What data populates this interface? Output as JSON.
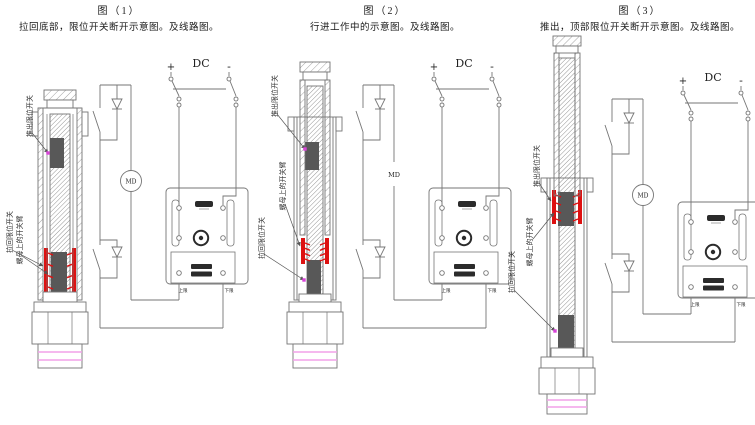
{
  "colors": {
    "line": "#757575",
    "dark": "#2b2b2b",
    "red": "#dd1111",
    "magenta": "#d944d9",
    "pink": "#f2a0e8",
    "nut": "#585858",
    "hatch": "#9a9a9a"
  },
  "panels": [
    {
      "title": "图（1）",
      "subtitle": "拉回底部，限位开关断开示意图。及线路图。",
      "labels": {
        "push_out": "推出限位开关",
        "pull_back": "拉回限位开关",
        "nut_arm": "螺母上的开关臂"
      },
      "circuit": {
        "plus": "+",
        "dc_label": "DC",
        "minus": "-",
        "motor": "MD",
        "terminal_left": "上限",
        "terminal_right": "下限"
      }
    },
    {
      "title": "图（2）",
      "subtitle": "行进工作中的示意图。及线路图。",
      "labels": {
        "push_out": "推出限位开关",
        "pull_back": "拉回限位开关",
        "nut_arm": "螺母上的开关臂"
      },
      "circuit": {
        "plus": "+",
        "dc_label": "DC",
        "minus": "-",
        "motor": "MD",
        "terminal_left": "上限",
        "terminal_right": "下限"
      }
    },
    {
      "title": "图（3）",
      "subtitle": "推出，顶部限位开关断开示意图。及线路图。",
      "labels": {
        "push_out": "推出限位开关",
        "pull_back": "拉回限位开关",
        "nut_arm": "螺母上的开关臂"
      },
      "circuit": {
        "plus": "+",
        "dc_label": "DC",
        "minus": "-",
        "motor": "MD",
        "terminal_left": "上限",
        "terminal_right": "下限"
      }
    }
  ]
}
